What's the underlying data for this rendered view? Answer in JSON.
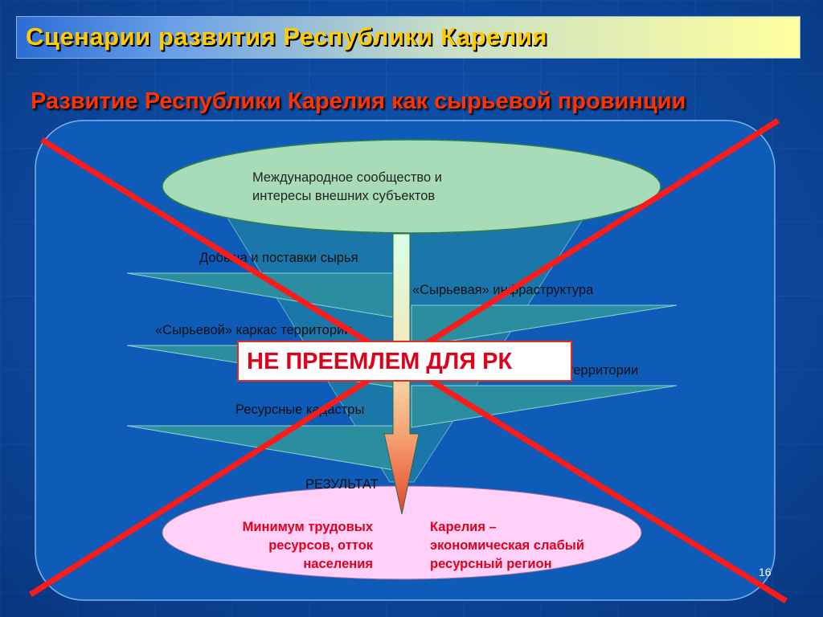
{
  "slide": {
    "title": "Сценарии развития Республики Карелия",
    "subtitle": "Развитие Республики Карелия как сырьевой провинции",
    "top_ellipse": {
      "line1": "Международное сообщество и",
      "line2": "интересы внешних субъектов"
    },
    "layers": {
      "left1": "Добыча и поставки сырья",
      "right1": "«Сырьевая» инфраструктура",
      "left2": "«Сырьевой» каркас территории",
      "right2": "территории",
      "left3": "Ресурсные кадастры"
    },
    "result_label": "РЕЗУЛЬТАТ",
    "bottom_ellipse": {
      "left_line1": "Минимум трудовых",
      "left_line2": "ресурсов, отток",
      "left_line3": "населения",
      "right_line1": "Карелия –",
      "right_line2": "экономическая слабый",
      "right_line3": "ресурсный регион"
    },
    "reject_label": "НЕ ПРЕЕМЛЕМ ДЛЯ РК",
    "page_number": "16"
  },
  "colors": {
    "background": "#0d4ea6",
    "title_text": "#ffcc00",
    "subtitle_text": "#ff3300",
    "result_text": "#e0001b",
    "cross_line": "#ff1a1a",
    "top_ellipse_fill": "#a8dcb8",
    "bottom_ellipse_fill": "#ffd0f8"
  },
  "icons": {
    "cross": "red-x-cross-icon",
    "arrow": "down-arrow-icon"
  }
}
